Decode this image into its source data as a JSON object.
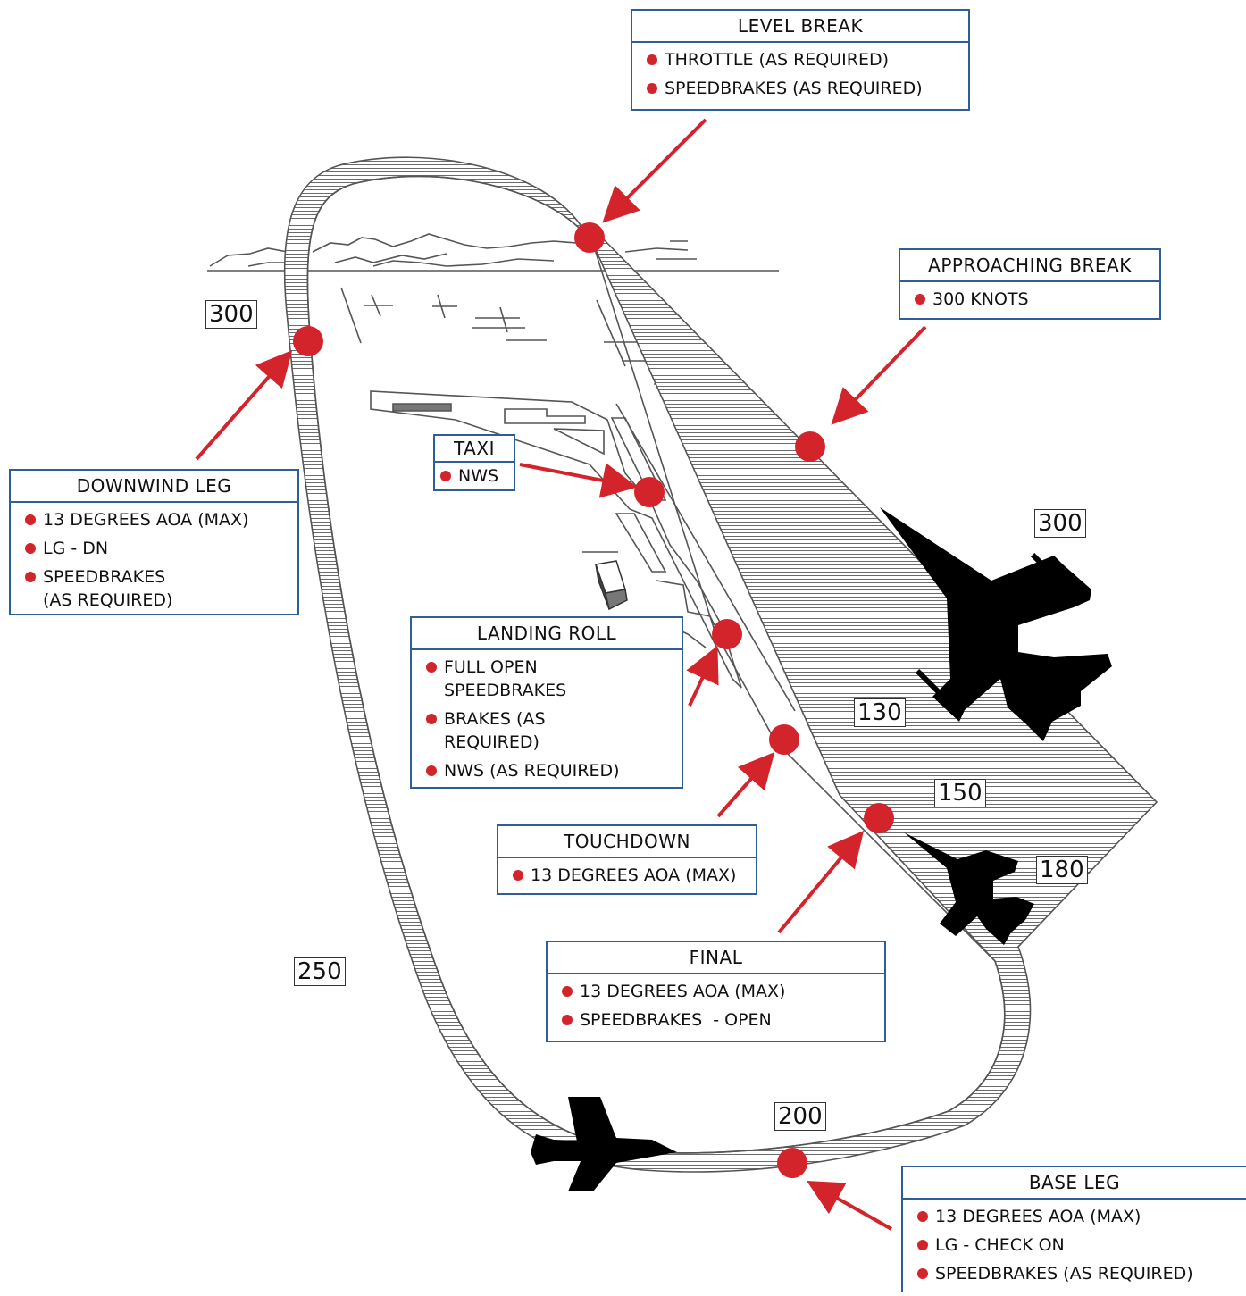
{
  "colors": {
    "box_border": "#2f5d9a",
    "marker": "#d3242c",
    "arrow": "#d3242c",
    "silhouette": "#000000"
  },
  "boxes": {
    "level_break": {
      "title": "LEVEL BREAK",
      "items": [
        "THROTTLE (AS REQUIRED)",
        "SPEEDBRAKES (AS REQUIRED)"
      ]
    },
    "approaching_break": {
      "title": "APPROACHING BREAK",
      "items": [
        "300 KNOTS"
      ]
    },
    "downwind_leg": {
      "title": "DOWNWIND LEG",
      "items": [
        "13 DEGREES AOA (MAX)",
        "LG - DN",
        "SPEEDBRAKES (AS REQUIRED)"
      ]
    },
    "taxi": {
      "title": "TAXI",
      "items": [
        "NWS"
      ]
    },
    "landing_roll": {
      "title": "LANDING ROLL",
      "items": [
        "FULL OPEN SPEEDBRAKES",
        "BRAKES (AS REQUIRED)",
        "NWS (AS REQUIRED)"
      ]
    },
    "touchdown": {
      "title": "TOUCHDOWN",
      "items": [
        "13 DEGREES AOA (MAX)"
      ]
    },
    "final": {
      "title": "FINAL",
      "items": [
        "13 DEGREES AOA (MAX)",
        "SPEEDBRAKES  - OPEN"
      ]
    },
    "base_leg": {
      "title": "BASE LEG",
      "items": [
        "13 DEGREES AOA (MAX)",
        "LG - CHECK ON",
        "SPEEDBRAKES (AS REQUIRED)"
      ]
    }
  },
  "speed_labels": {
    "downwind_top": "300",
    "approach": "300",
    "short_final": "130",
    "final_mid": "150",
    "final_turn": "180",
    "downwind_bottom": "250",
    "base": "200"
  }
}
